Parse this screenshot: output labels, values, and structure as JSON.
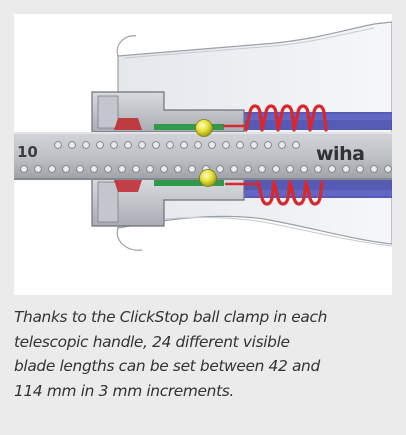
{
  "figure": {
    "blade_number": "10",
    "brand_logo_text": "wiha"
  },
  "caption": {
    "text": "Thanks to the ClickStop ball clamp in each\ntelescopic handle, 24 different visible\nblade lengths can be set between 42 and\n114 mm in 3 mm increments."
  },
  "colors": {
    "background": "#ebebeb",
    "panel": "#ffffff",
    "spring": "#d8282e",
    "ball": "#e8e43a",
    "sleeve": "#3a3fa8",
    "clamp_green": "#2f9a4c",
    "blade_steel": "#b9bcc2",
    "caption_text": "#333333"
  }
}
